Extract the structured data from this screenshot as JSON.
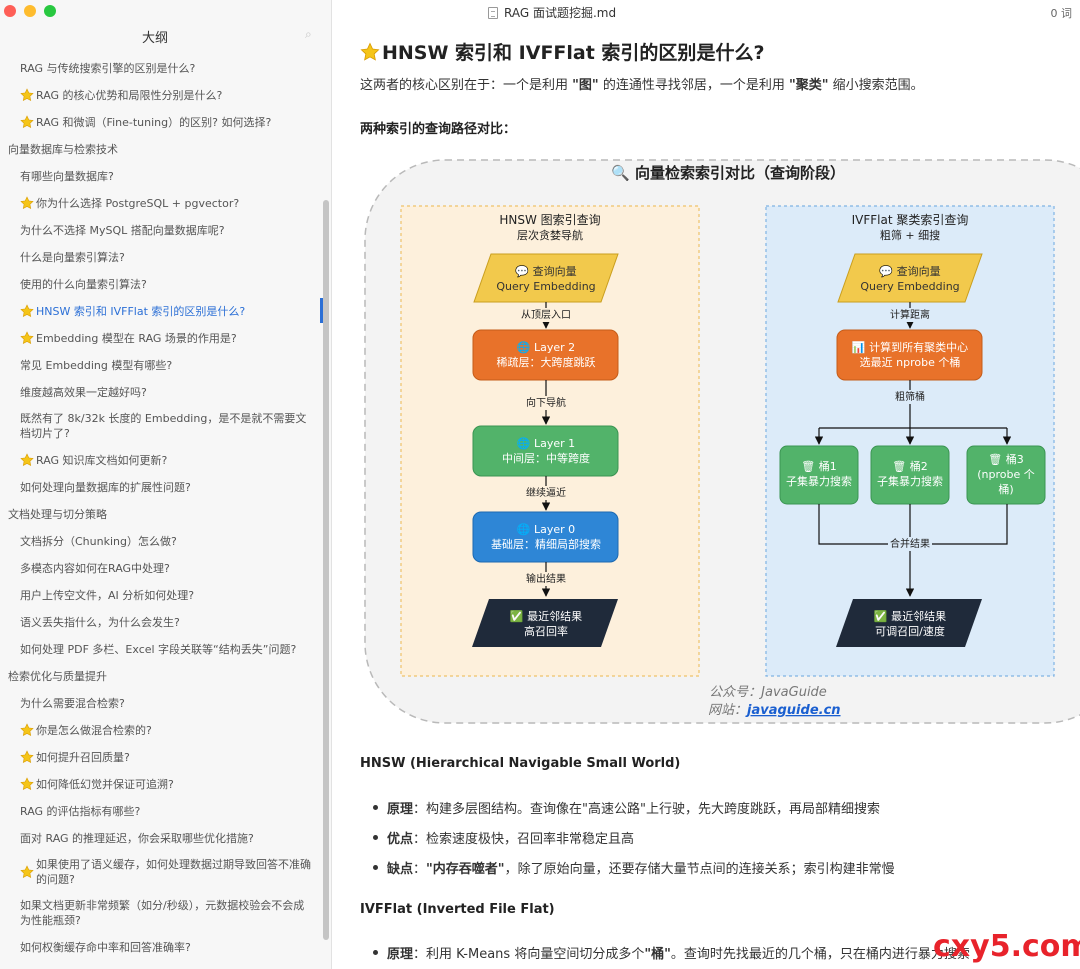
{
  "window": {
    "file_name": "RAG 面试题挖掘.md",
    "word_count": "0 词"
  },
  "sidebar": {
    "title": "大纲",
    "items": [
      {
        "label": "RAG 与传统搜索引擎的区别是什么?",
        "level": 2,
        "star": false
      },
      {
        "label": "RAG 的核心优势和局限性分别是什么?",
        "level": 2,
        "star": true
      },
      {
        "label": "RAG 和微调（Fine-tuning）的区别? 如何选择?",
        "level": 2,
        "star": true
      },
      {
        "label": "向量数据库与检索技术",
        "level": 1,
        "star": false
      },
      {
        "label": "有哪些向量数据库?",
        "level": 2,
        "star": false
      },
      {
        "label": "你为什么选择 PostgreSQL + pgvector?",
        "level": 2,
        "star": true
      },
      {
        "label": "为什么不选择 MySQL 搭配向量数据库呢?",
        "level": 2,
        "star": false
      },
      {
        "label": "什么是向量索引算法?",
        "level": 2,
        "star": false
      },
      {
        "label": "使用的什么向量索引算法?",
        "level": 2,
        "star": false
      },
      {
        "label": "HNSW 索引和 IVFFlat 索引的区别是什么?",
        "level": 2,
        "star": true,
        "active": true
      },
      {
        "label": "Embedding 模型在 RAG 场景的作用是?",
        "level": 2,
        "star": true
      },
      {
        "label": "常见 Embedding 模型有哪些?",
        "level": 2,
        "star": false
      },
      {
        "label": "维度越高效果一定越好吗?",
        "level": 2,
        "star": false
      },
      {
        "label": "既然有了 8k/32k 长度的 Embedding，是不是就不需要文档切片了?",
        "level": 2,
        "star": false,
        "two_line": true
      },
      {
        "label": "RAG 知识库文档如何更新?",
        "level": 2,
        "star": true
      },
      {
        "label": "如何处理向量数据库的扩展性问题?",
        "level": 2,
        "star": false
      },
      {
        "label": "文档处理与切分策略",
        "level": 1,
        "star": false
      },
      {
        "label": "文档拆分（Chunking）怎么做?",
        "level": 2,
        "star": false
      },
      {
        "label": "多模态内容如何在RAG中处理?",
        "level": 2,
        "star": false
      },
      {
        "label": "用户上传空文件，AI 分析如何处理?",
        "level": 2,
        "star": false
      },
      {
        "label": "语义丢失指什么，为什么会发生?",
        "level": 2,
        "star": false
      },
      {
        "label": "如何处理 PDF 多栏、Excel 字段关联等“结构丢失”问题?",
        "level": 2,
        "star": false
      },
      {
        "label": "检索优化与质量提升",
        "level": 1,
        "star": false
      },
      {
        "label": "为什么需要混合检索?",
        "level": 2,
        "star": false
      },
      {
        "label": "你是怎么做混合检索的?",
        "level": 2,
        "star": true
      },
      {
        "label": "如何提升召回质量?",
        "level": 2,
        "star": true
      },
      {
        "label": "如何降低幻觉并保证可追溯?",
        "level": 2,
        "star": true
      },
      {
        "label": "RAG 的评估指标有哪些?",
        "level": 2,
        "star": false
      },
      {
        "label": "面对 RAG 的推理延迟，你会采取哪些优化措施?",
        "level": 2,
        "star": false
      },
      {
        "label": "如果使用了语义缓存，如何处理数据过期导致回答不准确的问题?",
        "level": 2,
        "star": true,
        "two_line": true
      },
      {
        "label": "如果文档更新非常频繁（如分/秒级），元数据校验会不会成为性能瓶颈?",
        "level": 2,
        "star": false,
        "two_line": true
      },
      {
        "label": "如何权衡缓存命中率和回答准确率?",
        "level": 2,
        "star": false
      }
    ]
  },
  "article": {
    "title": "HNSW 索引和 IVFFlat 索引的区别是什么?",
    "intro_pre": "这两者的核心区别在于：一个是利用 ",
    "intro_b1": "\"图\"",
    "intro_mid": " 的连通性寻找邻居，一个是利用 ",
    "intro_b2": "\"聚类\"",
    "intro_post": " 缩小搜索范围。",
    "subheading": "两种索引的查询路径对比：",
    "hnsw_heading": "HNSW (Hierarchical Navigable Small World)",
    "hnsw_bullets": [
      {
        "label": "原理",
        "text": "：构建多层图结构。查询像在\"高速公路\"上行驶，先大跨度跳跃，再局部精细搜索"
      },
      {
        "label": "优点",
        "text": "：检索速度极快，召回率非常稳定且高"
      },
      {
        "label": "缺点",
        "text_b": "\"内存吞噬者\"",
        "text": "，除了原始向量，还要存储大量节点间的连接关系；索引构建非常慢"
      }
    ],
    "ivf_heading": "IVFFlat (Inverted File Flat)",
    "ivf_bullets": [
      {
        "label": "原理",
        "text_pre": "：利用 K-Means 将向量空间切分成多个 ",
        "text_b": "\"桶\"",
        "text": "。查询时先找最近的几个桶，只在桶内进行暴力搜索"
      }
    ]
  },
  "diagram": {
    "title": "🔍 向量检索索引对比（查询阶段）",
    "hnsw": {
      "title": "HNSW 图索引查询",
      "subtitle": "层次贪婪导航",
      "query_line1": "💬 查询向量",
      "query_line2": "Query Embedding",
      "edge1": "从顶层入口",
      "layer2_line1": "🌐 Layer 2",
      "layer2_line2": "稀疏层：大跨度跳跃",
      "edge2": "向下导航",
      "layer1_line1": "🌐 Layer 1",
      "layer1_line2": "中间层：中等跨度",
      "edge3": "继续逼近",
      "layer0_line1": "🌐 Layer 0",
      "layer0_line2": "基础层：精细局部搜索",
      "edge4": "输出结果",
      "result_line1": "✅ 最近邻结果",
      "result_line2": "高召回率"
    },
    "ivf": {
      "title": "IVFFlat 聚类索引查询",
      "subtitle": "粗筛 + 细搜",
      "query_line1": "💬 查询向量",
      "query_line2": "Query Embedding",
      "edge1": "计算距离",
      "centroid_line1": "📊 计算到所有聚类中心",
      "centroid_line2": "选最近 nprobe 个桶",
      "edge2": "粗筛桶",
      "bucket1_line1": "🗑 桶1",
      "bucket1_line2": "子集暴力搜索",
      "bucket2_line1": "🗑 桶2",
      "bucket2_line2": "子集暴力搜索",
      "bucket3_line1": "🗑 桶3",
      "bucket3_line2": "(nprobe 个",
      "bucket3_line3": "桶)",
      "edge3": "合并结果",
      "result_line1": "✅ 最近邻结果",
      "result_line2": "可调召回/速度"
    },
    "footer_line1": "公众号：JavaGuide",
    "footer_line2_label": "网站：",
    "footer_line2_link": "javaguide.cn"
  },
  "colors": {
    "hnsw_bg": "#fdf0dc",
    "ivf_bg": "#dcebf9",
    "query": "#f2c94c",
    "orange": "#e8722a",
    "green": "#52b36a",
    "blue": "#2e86d6",
    "dark": "#1f2a3a",
    "active": "#2b6fd6",
    "star": "#f5c518"
  },
  "watermark": "cxy5.com"
}
